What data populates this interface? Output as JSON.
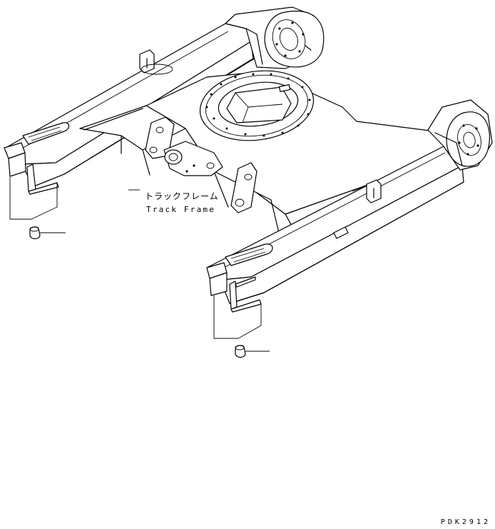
{
  "diagram": {
    "part_label_jp": "トラックフレーム",
    "part_label_en": "Track Frame",
    "drawing_code": "PDK2912"
  }
}
